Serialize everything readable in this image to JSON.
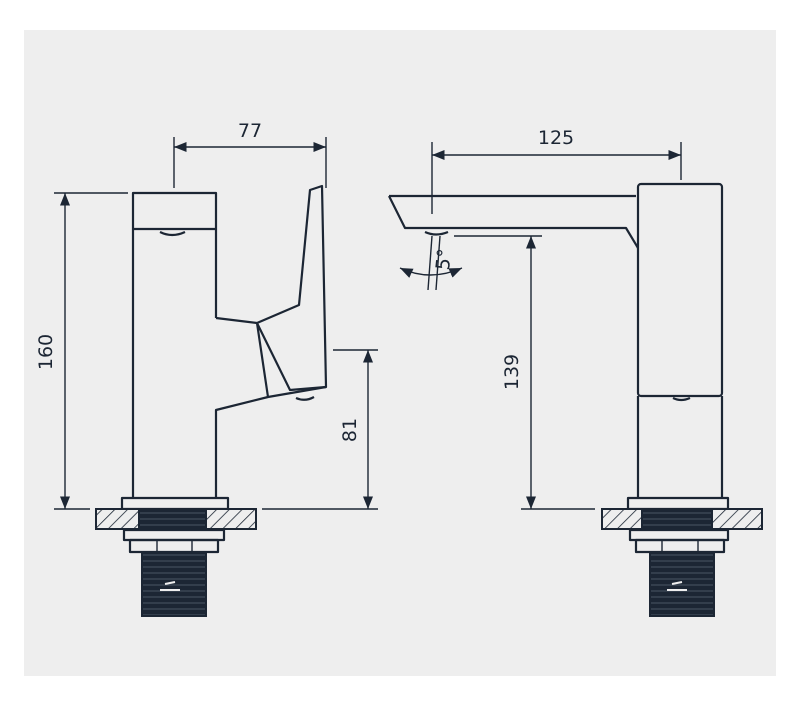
{
  "drawing": {
    "side_view": {
      "dim_width": "77",
      "dim_height_total": "160",
      "dim_lever_height": "81"
    },
    "front_view": {
      "dim_spout_reach": "125",
      "dim_spout_height": "139",
      "dim_angle": "5°"
    }
  },
  "colors": {
    "background": "#eeeeee",
    "line": "#1c2634"
  }
}
